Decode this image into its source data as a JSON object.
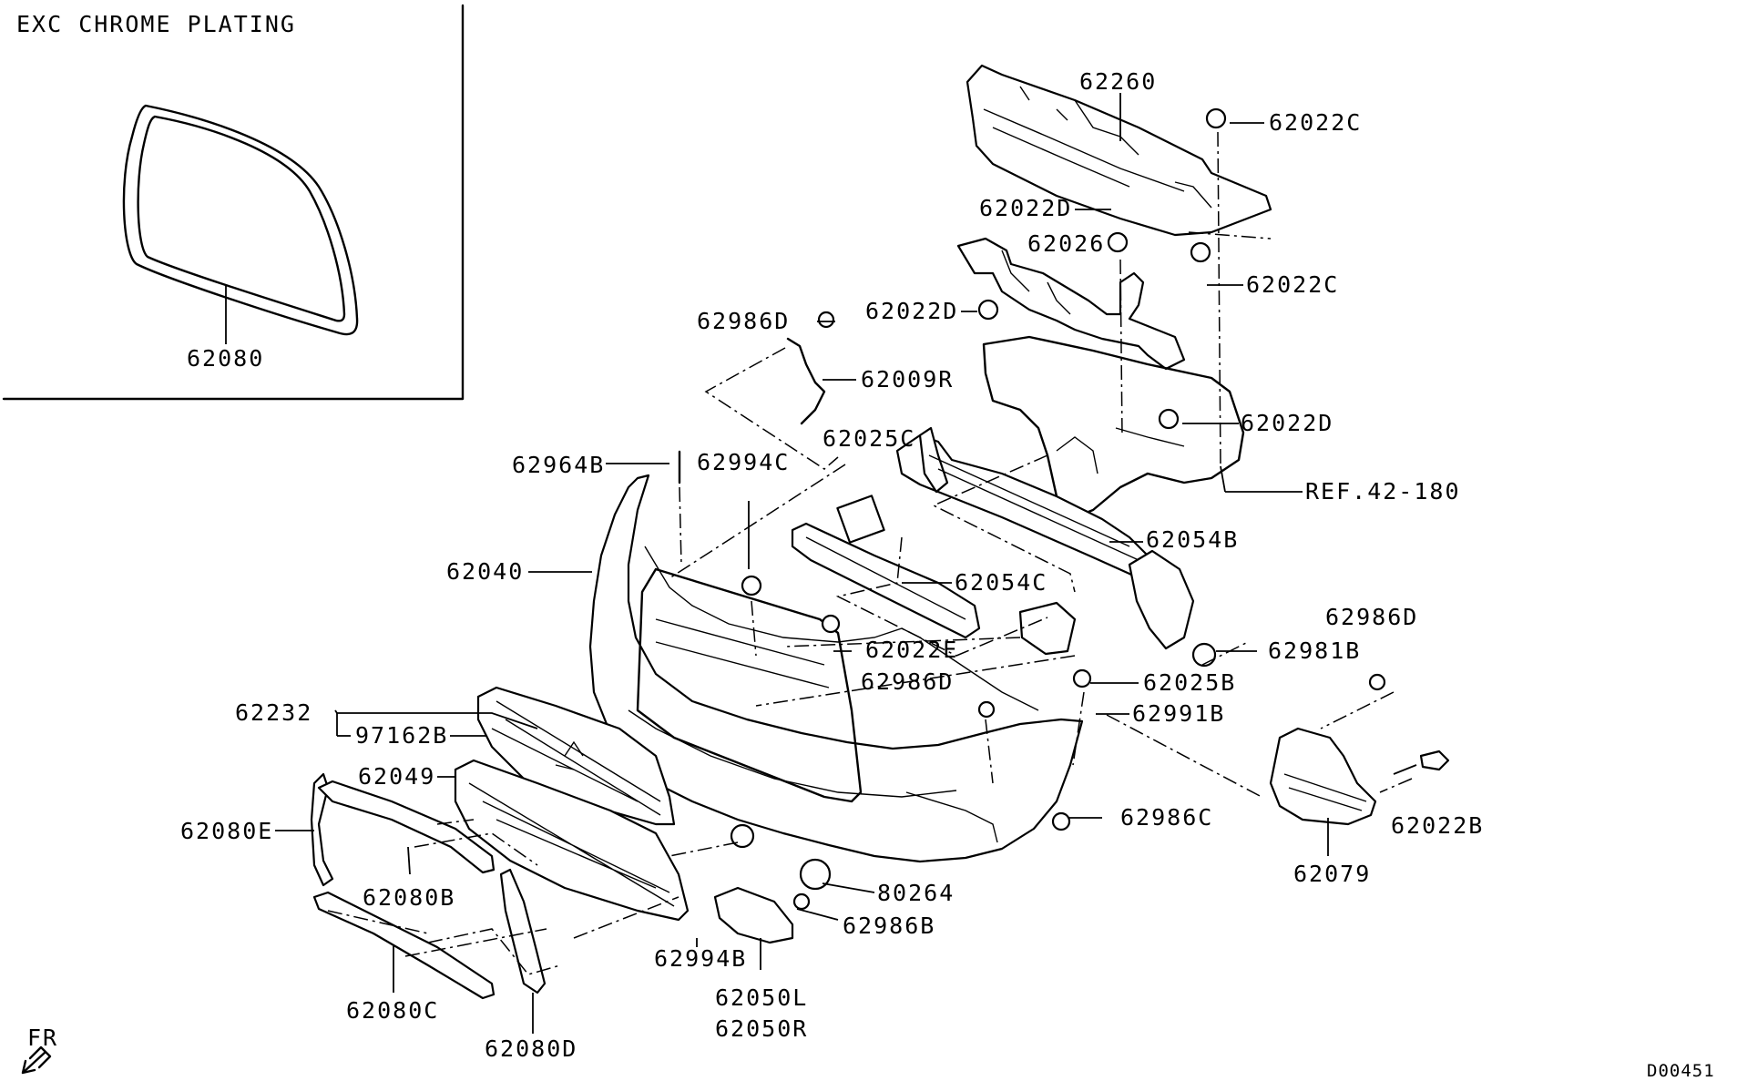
{
  "inset": {
    "caption": "EXC CHROME PLATING",
    "part": "62080"
  },
  "callouts": {
    "p62260": "62260",
    "p62022C_a": "62022C",
    "p62022D_a": "62022D",
    "p62026": "62026",
    "p62022C_b": "62022C",
    "p62986D_a": "62986D",
    "p62022D_b": "62022D",
    "p62009R": "62009R",
    "p62022D_c": "62022D",
    "p62025C": "62025C",
    "p62964B": "62964B",
    "p62994C": "62994C",
    "ref": "REF.42-180",
    "p62054B": "62054B",
    "p62040": "62040",
    "p62054C": "62054C",
    "p62986D_b": "62986D",
    "p62022E": "62022E",
    "p62981B": "62981B",
    "p62986D_c": "62986D",
    "p62025B": "62025B",
    "p62232": "62232",
    "p62991B": "62991B",
    "p97162B": "97162B",
    "p62049": "62049",
    "p62022B": "62022B",
    "p62986C": "62986C",
    "p62080E": "62080E",
    "p62079": "62079",
    "p80264": "80264",
    "p62080B": "62080B",
    "p62986B": "62986B",
    "p62994B": "62994B",
    "p62050L": "62050L",
    "p62050R": "62050R",
    "p62080C": "62080C",
    "p62080D": "62080D"
  },
  "orientation": "FR",
  "drawing_id": "D00451"
}
